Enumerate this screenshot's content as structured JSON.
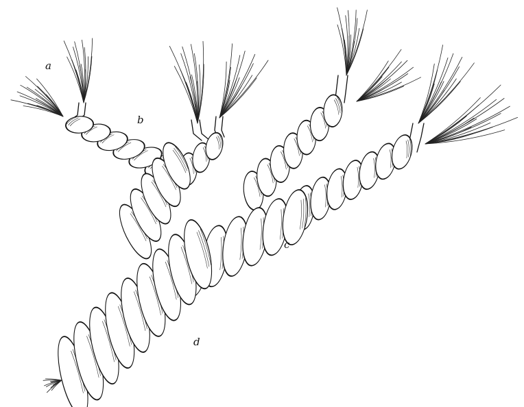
{
  "labels": {
    "a": "a",
    "b": "b",
    "c": "c",
    "d": "d"
  }
}
